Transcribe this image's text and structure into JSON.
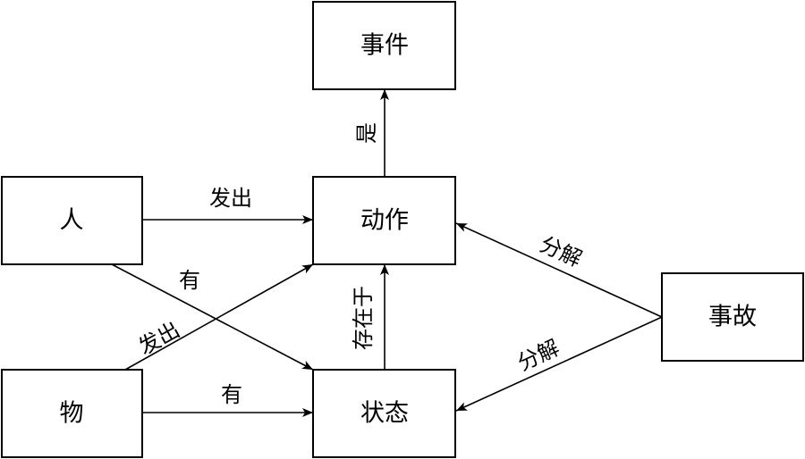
{
  "nodes": {
    "event": "事件",
    "action": "动作",
    "person": "人",
    "object": "物",
    "state": "状态",
    "accident": "事故"
  },
  "edges": {
    "action_is_event": "是",
    "person_emits_action": "发出",
    "person_has_state": "有",
    "object_emits_action": "发出",
    "object_has_state": "有",
    "state_exists_in_action": "存在于",
    "accident_decomposes_action": "分解",
    "accident_decomposes_state": "分解"
  }
}
